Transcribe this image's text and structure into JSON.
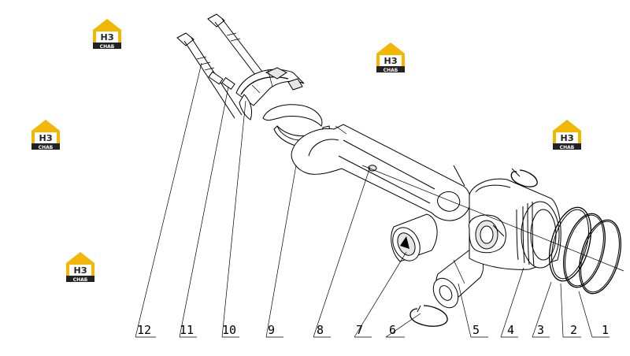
{
  "diagram": {
    "callouts": [
      {
        "id": "1",
        "label": "1"
      },
      {
        "id": "2",
        "label": "2"
      },
      {
        "id": "3",
        "label": "3"
      },
      {
        "id": "4",
        "label": "4"
      },
      {
        "id": "5",
        "label": "5"
      },
      {
        "id": "6",
        "label": "6"
      },
      {
        "id": "7",
        "label": "7"
      },
      {
        "id": "8",
        "label": "8"
      },
      {
        "id": "9",
        "label": "9"
      },
      {
        "id": "10",
        "label": "10"
      },
      {
        "id": "11",
        "label": "11"
      },
      {
        "id": "12",
        "label": "12"
      }
    ]
  },
  "watermark": {
    "letters": "НЗ",
    "caption": "СНАБ",
    "color_yellow": "#f2b705",
    "color_dark": "#222222"
  }
}
